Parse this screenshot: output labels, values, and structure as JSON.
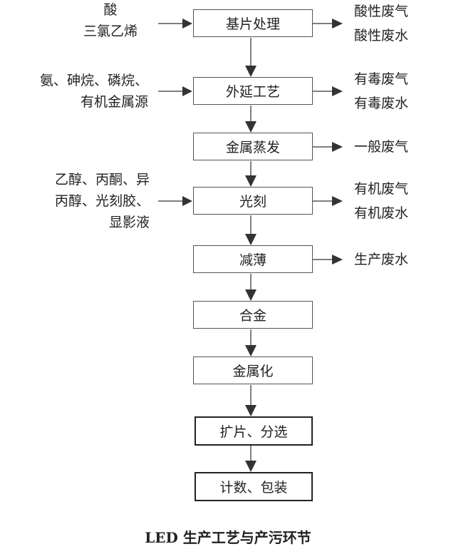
{
  "title": "LED 生产工艺与产污环节",
  "steps": [
    {
      "label": "基片处理",
      "inputs": [
        "酸",
        "三氯乙烯"
      ],
      "outputs": [
        "酸性废气",
        "酸性废水"
      ]
    },
    {
      "label": "外延工艺",
      "inputs": [
        "氨、砷烷、磷烷、",
        "有机金属源"
      ],
      "outputs": [
        "有毒废气",
        "有毒废水"
      ]
    },
    {
      "label": "金属蒸发",
      "inputs": [],
      "outputs": [
        "一般废气"
      ]
    },
    {
      "label": "光刻",
      "inputs": [
        "乙醇、丙酮、异",
        "丙醇、光刻胶、",
        "显影液"
      ],
      "outputs": [
        "有机废气",
        "有机废水"
      ]
    },
    {
      "label": "减薄",
      "inputs": [],
      "outputs": [
        "生产废水"
      ]
    },
    {
      "label": "合金",
      "inputs": [],
      "outputs": []
    },
    {
      "label": "金属化",
      "inputs": [],
      "outputs": []
    },
    {
      "label": "扩片、分选",
      "inputs": [],
      "outputs": [],
      "bold": true
    },
    {
      "label": "计数、包装",
      "inputs": [],
      "outputs": [],
      "bold": true
    }
  ]
}
